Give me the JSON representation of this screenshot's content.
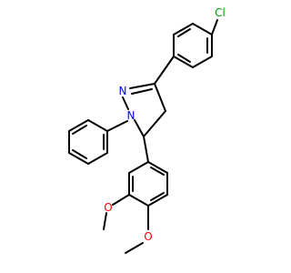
{
  "molecule": {
    "atom_labels": {
      "chlorine": "Cl",
      "pyrazoline_n2": "N",
      "pyrazoline_n1": "N",
      "methoxy_o_top": "O",
      "methoxy_o_bottom": "O"
    },
    "colors": {
      "bond": "#000000",
      "nitrogen": "#0000ff",
      "chlorine": "#00a000",
      "oxygen": "#ff0000",
      "background": "#ffffff"
    }
  }
}
